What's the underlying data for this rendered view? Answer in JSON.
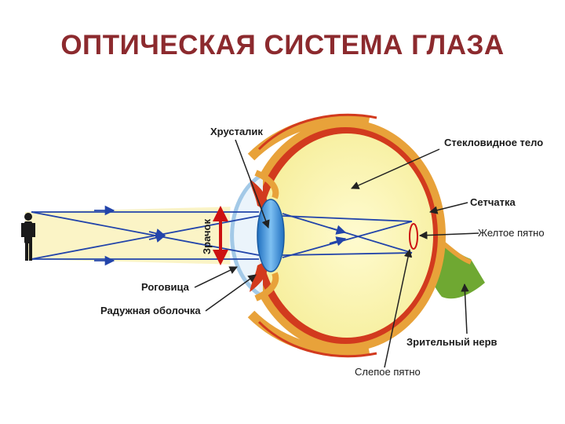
{
  "title": "ОПТИЧЕСКАЯ СИСТЕМА ГЛАЗА",
  "labels": {
    "lens": "Хрусталик",
    "vitreous": "Стекловидное тело",
    "retina": "Сетчатка",
    "macula": "Желтое пятно",
    "pupil": "Зрачок",
    "cornea": "Роговица",
    "iris": "Радужная оболочка",
    "optic_nerve": "Зрительный нерв",
    "blind_spot": "Слепое пятно"
  },
  "colors": {
    "title": "#8c2a2e",
    "sclera": "#e8a23a",
    "vitreous": "#fbf6b2",
    "retina_red": "#d23a1e",
    "lens": "#3a8fd8",
    "nerve": "#6fa832",
    "arrow": "#2244aa",
    "pupil_marker": "#cc1111"
  }
}
